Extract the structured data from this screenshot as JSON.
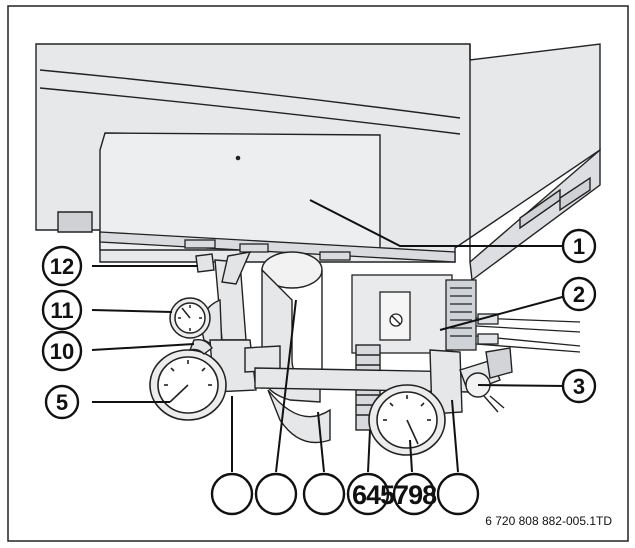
{
  "callouts": {
    "c1": "1",
    "c2": "2",
    "c3": "3",
    "c5": "5",
    "c10": "10",
    "c11": "11",
    "c12": "12"
  },
  "bottom_labels": "645798",
  "reference_code": "6 720 808 882-005.1TD"
}
